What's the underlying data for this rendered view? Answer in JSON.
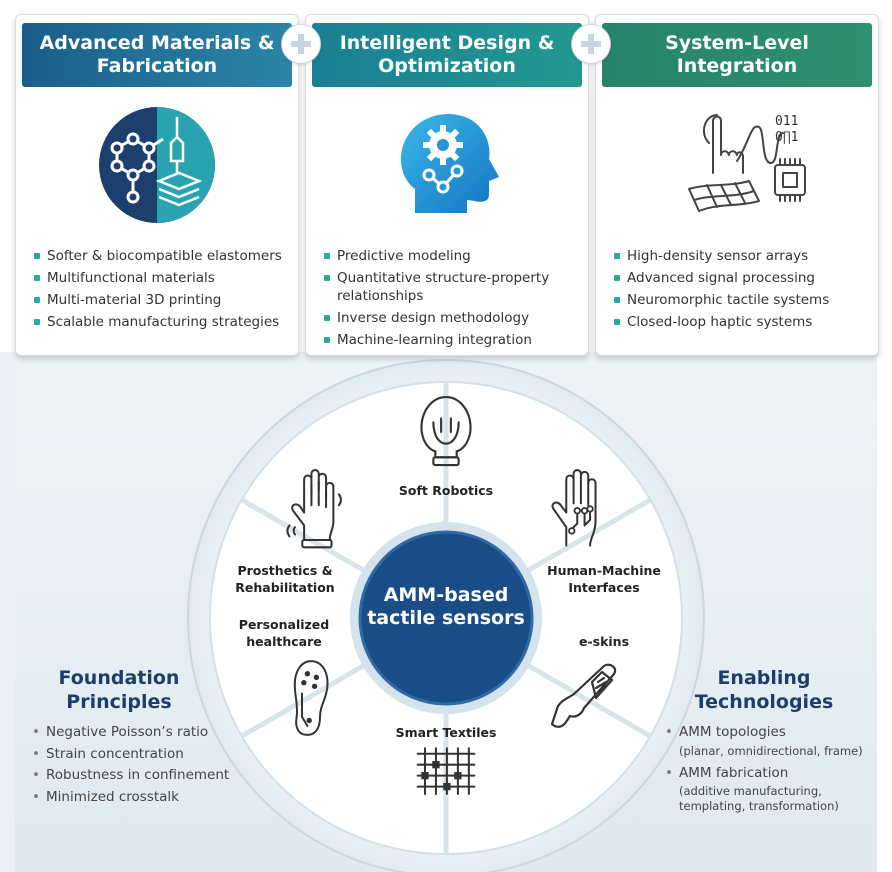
{
  "cards": [
    {
      "title": "Advanced Materials & Fabrication",
      "header_color": "#1f6e94",
      "icon": "molecule-3d-printing-icon",
      "items": [
        "Softer & biocompatible elastomers",
        "Multifunctional materials",
        "Multi-material 3D printing",
        "Scalable manufacturing strategies"
      ]
    },
    {
      "title": "Intelligent Design & Optimization",
      "header_color": "#1c8a93",
      "icon": "ai-head-gear-icon",
      "items": [
        "Predictive modeling",
        "Quantitative structure-property relationships",
        "Inverse design methodology",
        "Machine-learning integration"
      ]
    },
    {
      "title": "System-Level Integration",
      "header_color": "#2e8a66",
      "icon": "touch-sensor-chip-icon",
      "items": [
        "High-density sensor arrays",
        "Advanced signal processing",
        "Neuromorphic tactile systems",
        "Closed-loop haptic systems"
      ]
    }
  ],
  "icon_text": {
    "binary_top": "011",
    "binary_bottom": "0∏1"
  },
  "center": {
    "label": "AMM-based tactile sensors",
    "color": "#1a4d86"
  },
  "segments": [
    {
      "label": "Soft Robotics",
      "icon": "soft-gripper-icon"
    },
    {
      "label": "Human-Machine Interfaces",
      "icon": "circuit-hand-icon"
    },
    {
      "label": "e-skins",
      "icon": "electronic-skin-arm-icon"
    },
    {
      "label": "Smart Textiles",
      "icon": "woven-textile-icon"
    },
    {
      "label": "Personalized healthcare",
      "icon": "insole-sensor-icon"
    },
    {
      "label": "Prosthetics & Rehabilitation",
      "icon": "prosthetic-hand-icon"
    }
  ],
  "foundation": {
    "title": "Foundation Principles",
    "items": [
      "Negative Poisson’s ratio",
      "Strain concentration",
      "Robustness in confinement",
      "Minimized crosstalk"
    ]
  },
  "enabling": {
    "title": "Enabling Technologies",
    "items": [
      {
        "label": "AMM topologies",
        "detail": "(planar, omnidirectional, frame)"
      },
      {
        "label": "AMM fabrication",
        "detail": "(additive manufacturing, templating, transformation)"
      }
    ]
  },
  "colors": {
    "accent": "#2aa9a0",
    "navy": "#1e3d6e",
    "panel_bg": "#e3edf1"
  }
}
